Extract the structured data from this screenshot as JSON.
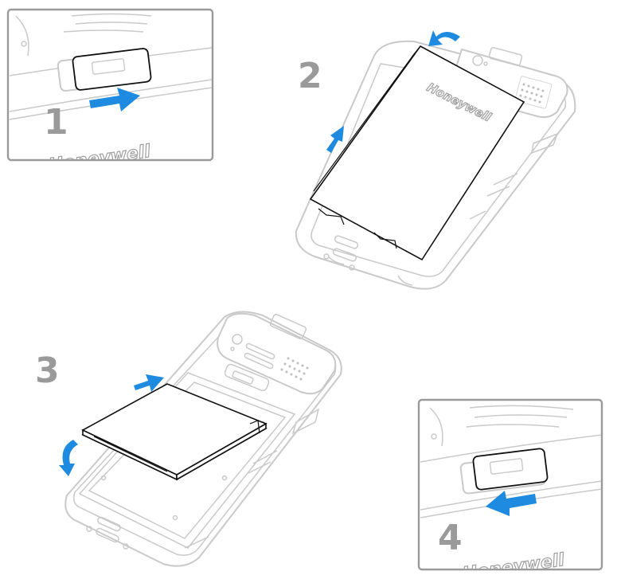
{
  "steps": [
    {
      "number": "1"
    },
    {
      "number": "2"
    },
    {
      "number": "3"
    },
    {
      "number": "4"
    }
  ],
  "brand_text": "Honeywell",
  "colors": {
    "arrow": "#1e8be0",
    "step_number": "#9a9a9a",
    "device_outline": "#c9c9c9",
    "inset_border": "#9a9a9a",
    "battery_outline": "#111111"
  }
}
